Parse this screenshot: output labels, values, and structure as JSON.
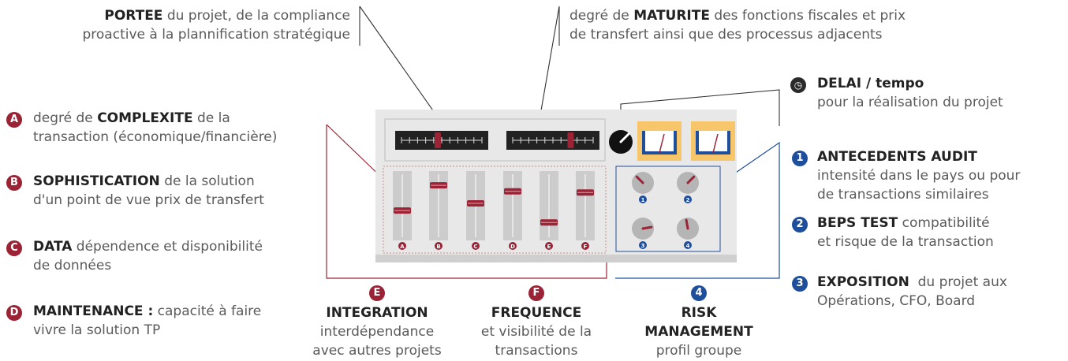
{
  "top": {
    "portee": {
      "keyword": "PORTEE",
      "rest_line1": " du projet, de la compliance",
      "line2": "proactive à la plannification stratégique"
    },
    "maturite": {
      "prefix": "degré de ",
      "keyword": "MATURITE",
      "rest_line1": " des fonctions fiscales et prix",
      "line2": "de transfert ainsi que des processus adjacents"
    }
  },
  "left": {
    "a": {
      "letter": "A",
      "prefix": "degré de ",
      "keyword": "COMPLEXITE",
      "rest_line1": " de la",
      "line2": "transaction (économique/financière)"
    },
    "b": {
      "letter": "B",
      "keyword": "SOPHISTICATION",
      "rest_line1": " de la solution",
      "line2": "d'un point de vue prix de transfert"
    },
    "c": {
      "letter": "C",
      "keyword": "DATA",
      "rest_line1": " dépendence et disponibilité",
      "line2": "de données"
    },
    "d": {
      "letter": "D",
      "keyword": "MAINTENANCE :",
      "rest_line1": " capacité à faire",
      "line2": "vivre la solution TP"
    }
  },
  "right": {
    "delai": {
      "keyword": "DELAI / tempo",
      "line2": "pour la réalisation du projet"
    },
    "r1": {
      "number": "1",
      "keyword": "ANTECEDENTS AUDIT",
      "line2": "intensité dans le pays ou pour",
      "line3": "de transactions similaires"
    },
    "r2": {
      "number": "2",
      "keyword": "BEPS TEST",
      "rest_line1": " compatibilité",
      "line2": "et risque de la transaction"
    },
    "r3": {
      "number": "3",
      "keyword": "EXPOSITION",
      "rest_line1": "  du projet aux",
      "line2": "Opérations, CFO, Board"
    }
  },
  "bottom": {
    "e": {
      "letter": "E",
      "title": "INTEGRATION",
      "line1": "interdépendance",
      "line2": "avec autres projets"
    },
    "f": {
      "letter": "F",
      "title": "FREQUENCE",
      "line1": "et visibilité de la",
      "line2": "transactions"
    },
    "four": {
      "number": "4",
      "title1": "RISK",
      "title2": "MANAGEMENT",
      "line1": "profil groupe"
    }
  },
  "device": {
    "slider_labels": [
      "A",
      "B",
      "C",
      "D",
      "E",
      "F"
    ],
    "knob_labels": [
      "1",
      "2",
      "3",
      "4"
    ],
    "slider_levels": [
      0.42,
      0.84,
      0.54,
      0.74,
      0.22,
      0.72
    ],
    "h_sliders": [
      0.45,
      0.72
    ],
    "colors": {
      "accent_red": "#9b2335",
      "accent_blue": "#1f4f9c",
      "meter_bg": "#f7c66b",
      "panel": "#e8e8e8"
    }
  }
}
